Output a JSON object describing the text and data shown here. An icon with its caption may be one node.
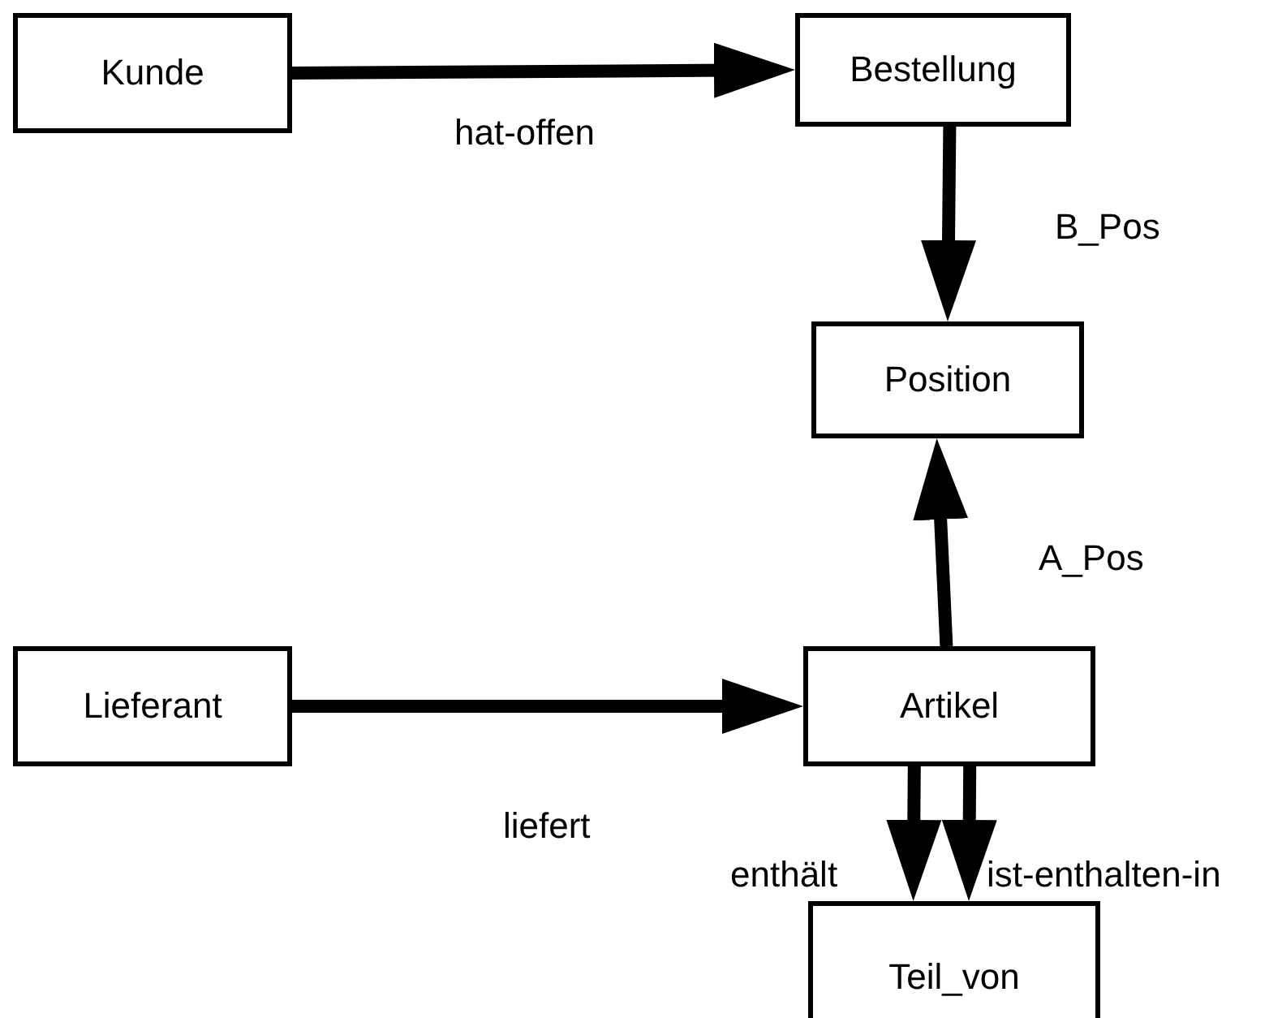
{
  "diagram": {
    "nodes": [
      {
        "text": [
          "Kunde"
        ]
      },
      {
        "text": [
          "Bestellung"
        ]
      },
      {
        "text": [
          "Position"
        ]
      },
      {
        "text": [
          "Lieferant"
        ]
      },
      {
        "text": [
          "Artikel"
        ]
      },
      {
        "text": [
          "Teil_von"
        ]
      }
    ],
    "edges": [
      {
        "from": 0,
        "to": 1,
        "arrow": "to",
        "label": "hat-offen"
      },
      {
        "from": 1,
        "to": 2,
        "arrow": "to",
        "label": "B_Pos"
      },
      {
        "from": 4,
        "to": 2,
        "arrow": "to",
        "label": "A_Pos"
      },
      {
        "from": 3,
        "to": 4,
        "arrow": "to",
        "label": "liefert"
      },
      {
        "from": 4,
        "to": 5,
        "arrow": "to",
        "label": "enthält"
      },
      {
        "from": 4,
        "to": 5,
        "arrow": "to",
        "label": "ist-enthalten-in"
      }
    ]
  }
}
